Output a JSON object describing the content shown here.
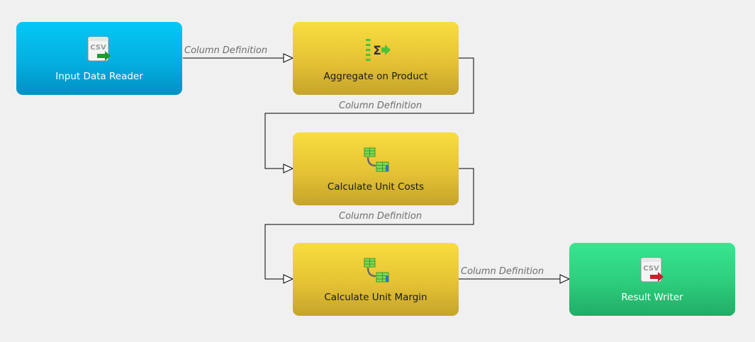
{
  "nodes": {
    "input_reader": {
      "label": "Input Data Reader",
      "icon": "csv-reader-icon",
      "color": "#03afe0"
    },
    "aggregate": {
      "label": "Aggregate on Product",
      "icon": "aggregate-sigma-icon",
      "color": "#e5c234"
    },
    "unit_costs": {
      "label": "Calculate Unit Costs",
      "icon": "table-transform-icon",
      "color": "#e5c234"
    },
    "unit_margin": {
      "label": "Calculate Unit Margin",
      "icon": "table-transform-icon",
      "color": "#e5c234"
    },
    "result_writer": {
      "label": "Result Writer",
      "icon": "csv-writer-icon",
      "color": "#2ccd7b"
    }
  },
  "edges": [
    {
      "from": "Input Data Reader",
      "to": "Aggregate on Product",
      "label": "Column Definition"
    },
    {
      "from": "Aggregate on Product",
      "to": "Calculate Unit Costs",
      "label": "Column Definition"
    },
    {
      "from": "Calculate Unit Costs",
      "to": "Calculate Unit Margin",
      "label": "Column Definition"
    },
    {
      "from": "Calculate Unit Margin",
      "to": "Result Writer",
      "label": "Column Definition"
    }
  ],
  "icon_text": {
    "csv": "CSV"
  }
}
